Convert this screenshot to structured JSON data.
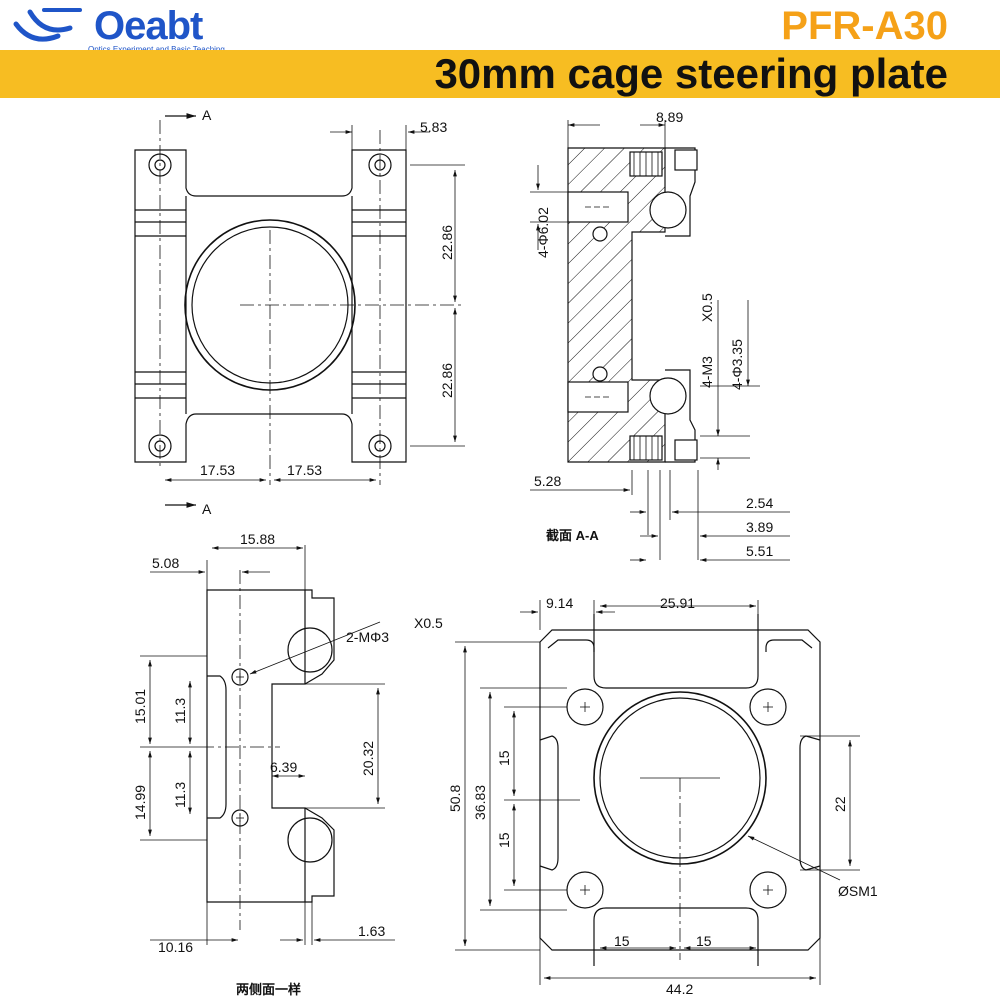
{
  "header": {
    "logo_text": "Oeabt",
    "logo_tagline": "Optics Experiment and Basic Teaching",
    "model": "PFR-A30",
    "banner_title": "30mm cage steering plate"
  },
  "colors": {
    "logo": "#1f55c8",
    "model": "#f5a118",
    "banner": "#f7bd22",
    "lines": "#111111"
  },
  "views": {
    "front": {
      "section_label": "A",
      "dims": {
        "top": "5.83",
        "upper": "22.86",
        "lower": "22.86",
        "left": "17.53",
        "right": "17.53"
      }
    },
    "section": {
      "caption": "截面 A-A",
      "dims": {
        "top": "8.89",
        "hole_left": "4-Φ6.02",
        "thread": "4-M3",
        "pitch": "X0.5",
        "hole_right": "4-Φ3.35",
        "left_bottom": "5.28",
        "d1": "2.54",
        "d2": "3.89",
        "d3": "5.51"
      }
    },
    "side": {
      "caption": "两侧面一样",
      "dims": {
        "top_left": "5.08",
        "top": "15.88",
        "thread": "2-MΦ3",
        "pitch": "X0.5",
        "left_upper": "15.01",
        "inner_upper": "11.3",
        "slot": "20.32",
        "slot_width": "6.39",
        "left_lower": "14.99",
        "inner_lower": "11.3",
        "bottom_left": "10.16",
        "bottom_right": "1.63"
      }
    },
    "back": {
      "dims": {
        "top_left": "9.14",
        "top": "25.91",
        "height": "50.8",
        "holes": "36.83",
        "upper": "15",
        "lower": "15",
        "slot": "22",
        "bore": "ØSM1",
        "bottom_left": "15",
        "bottom_right": "15",
        "width": "44.2"
      }
    }
  }
}
